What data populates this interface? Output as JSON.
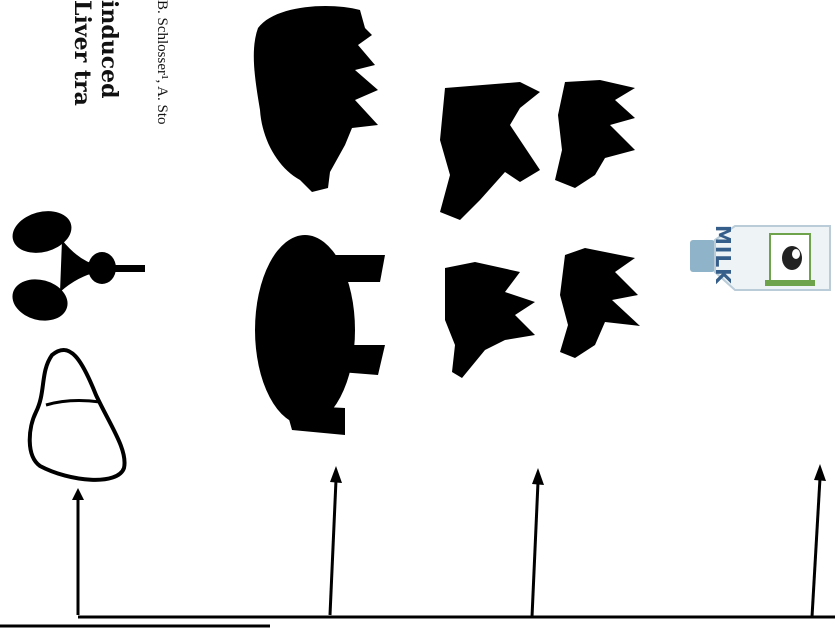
{
  "header": {
    "title_line1": "Liver tra",
    "title_line2": "induced",
    "authors_line": "B. Schlosser¹, A. Sto"
  },
  "icons": {
    "organ_top": "kidneys-icon",
    "organ_bottom": "liver-icon",
    "sources": [
      "cattle-icon",
      "pig-icon",
      "sheep-icon",
      "goat-icon",
      "milk-bottle-icon"
    ]
  },
  "milk_bottle": {
    "label": "MILK",
    "label_color": "#355f8a"
  },
  "colors": {
    "silhouette": "#000000",
    "outline": "#000000",
    "background": "#ffffff"
  }
}
